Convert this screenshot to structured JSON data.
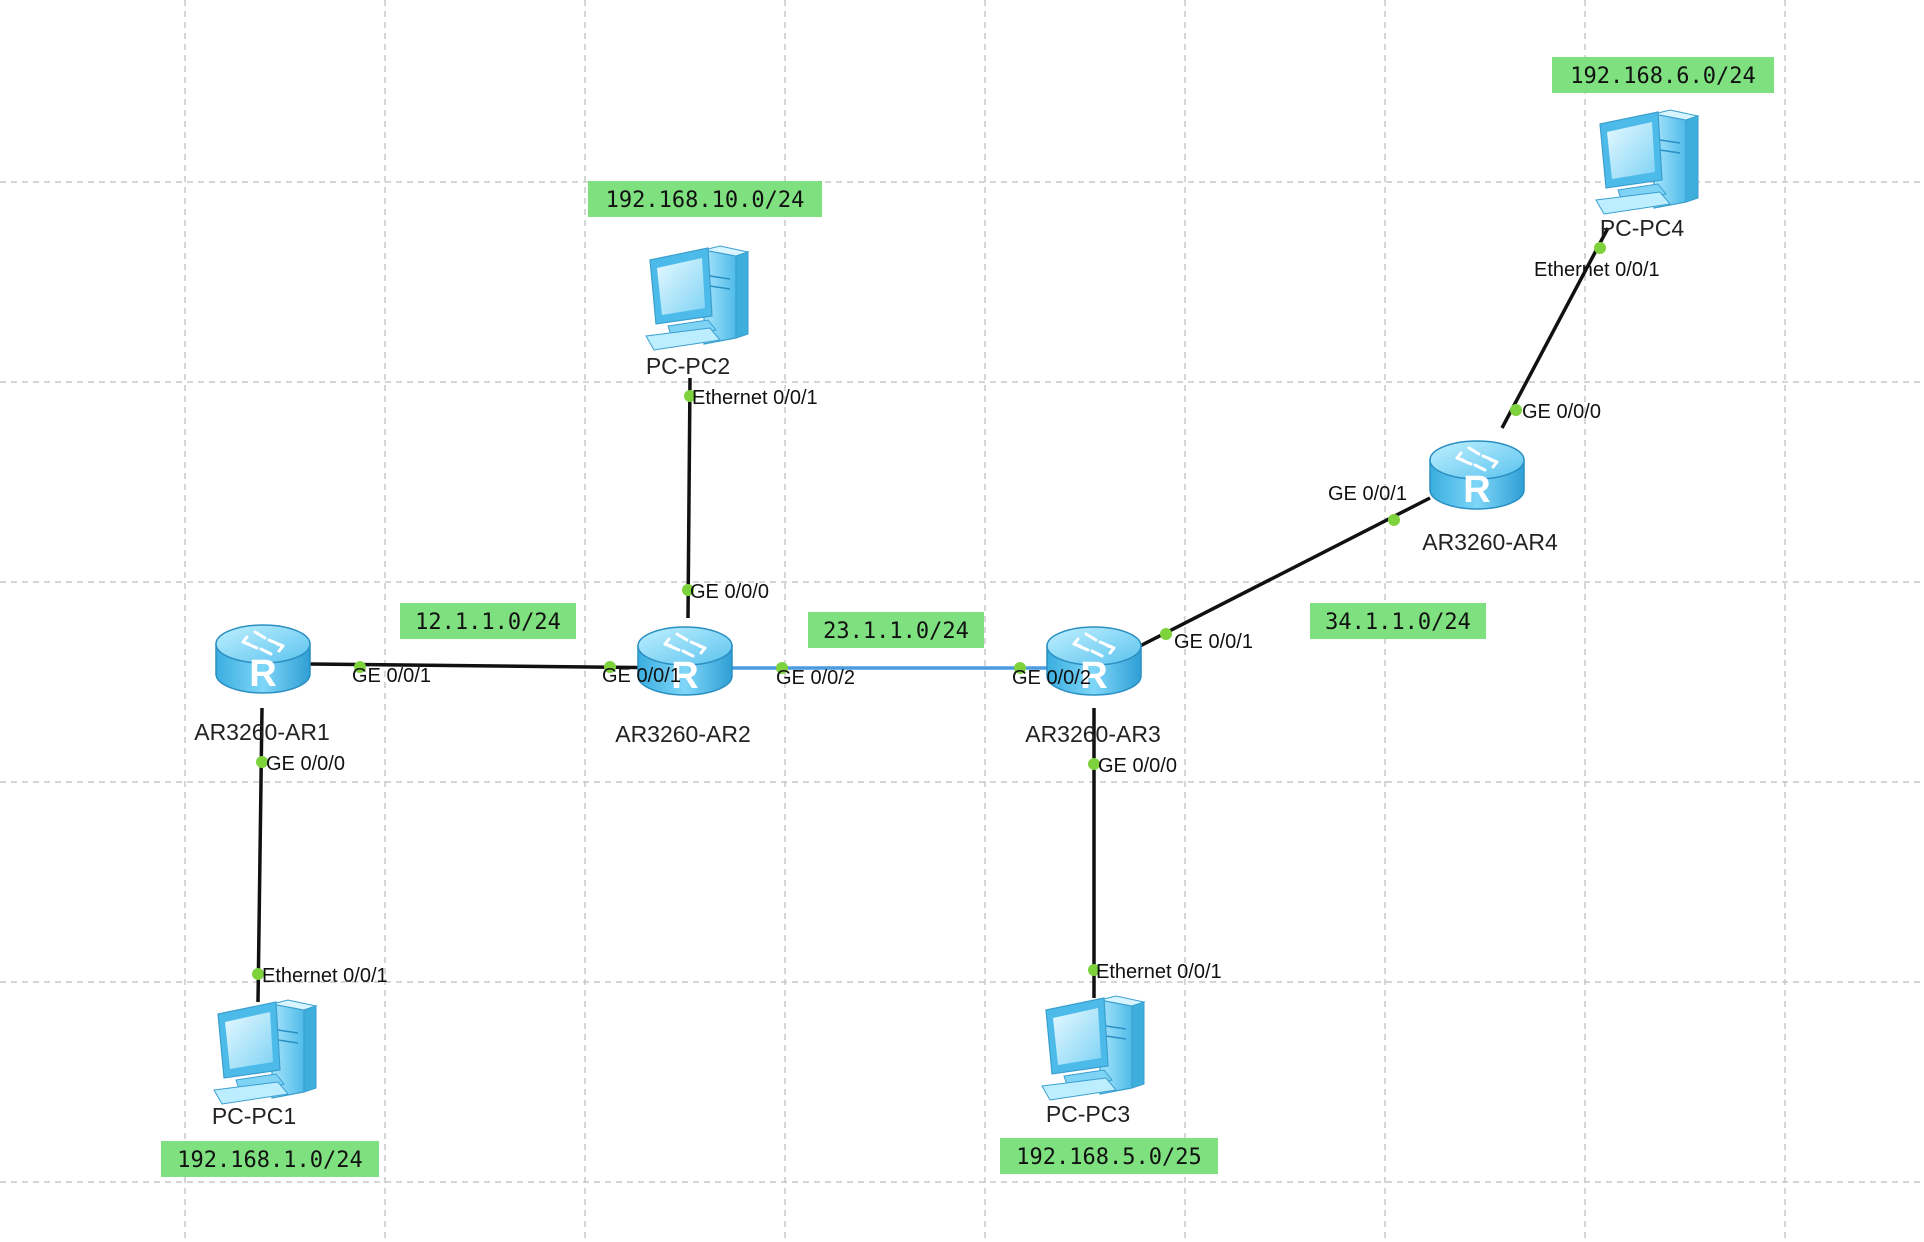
{
  "devices": {
    "ar1": {
      "name": "AR3260-AR1",
      "type": "router"
    },
    "ar2": {
      "name": "AR3260-AR2",
      "type": "router"
    },
    "ar3": {
      "name": "AR3260-AR3",
      "type": "router"
    },
    "ar4": {
      "name": "AR3260-AR4",
      "type": "router"
    },
    "pc1": {
      "name": "PC-PC1",
      "type": "pc"
    },
    "pc2": {
      "name": "PC-PC2",
      "type": "pc"
    },
    "pc3": {
      "name": "PC-PC3",
      "type": "pc"
    },
    "pc4": {
      "name": "PC-PC4",
      "type": "pc"
    }
  },
  "links": {
    "ar1_ar2": {
      "a_port": "GE 0/0/1",
      "b_port": "GE 0/0/1",
      "subnet": "12.1.1.0/24"
    },
    "ar2_ar3": {
      "a_port": "GE 0/0/2",
      "b_port": "GE 0/0/2",
      "subnet": "23.1.1.0/24"
    },
    "ar3_ar4": {
      "a_port": "GE 0/0/1",
      "b_port": "GE 0/0/1",
      "subnet": "34.1.1.0/24"
    },
    "ar1_pc1": {
      "a_port": "GE 0/0/0",
      "b_port": "Ethernet 0/0/1",
      "subnet": "192.168.1.0/24"
    },
    "ar2_pc2": {
      "a_port": "GE 0/0/0",
      "b_port": "Ethernet 0/0/1",
      "subnet": "192.168.10.0/24"
    },
    "ar3_pc3": {
      "a_port": "GE 0/0/0",
      "b_port": "Ethernet 0/0/1",
      "subnet": "192.168.5.0/25"
    },
    "ar4_pc4": {
      "a_port": "GE 0/0/0",
      "b_port": "Ethernet 0/0/1",
      "subnet": "192.168.6.0/24"
    }
  },
  "colors": {
    "grid": "#c8c8c8",
    "link": "#111111",
    "link_selected": "#4a9be0",
    "port_dot": "#7ed23c",
    "subnet_bg": "#7fe07f",
    "router_body": "#5fc4ee",
    "pc_body": "#66c8f2"
  }
}
